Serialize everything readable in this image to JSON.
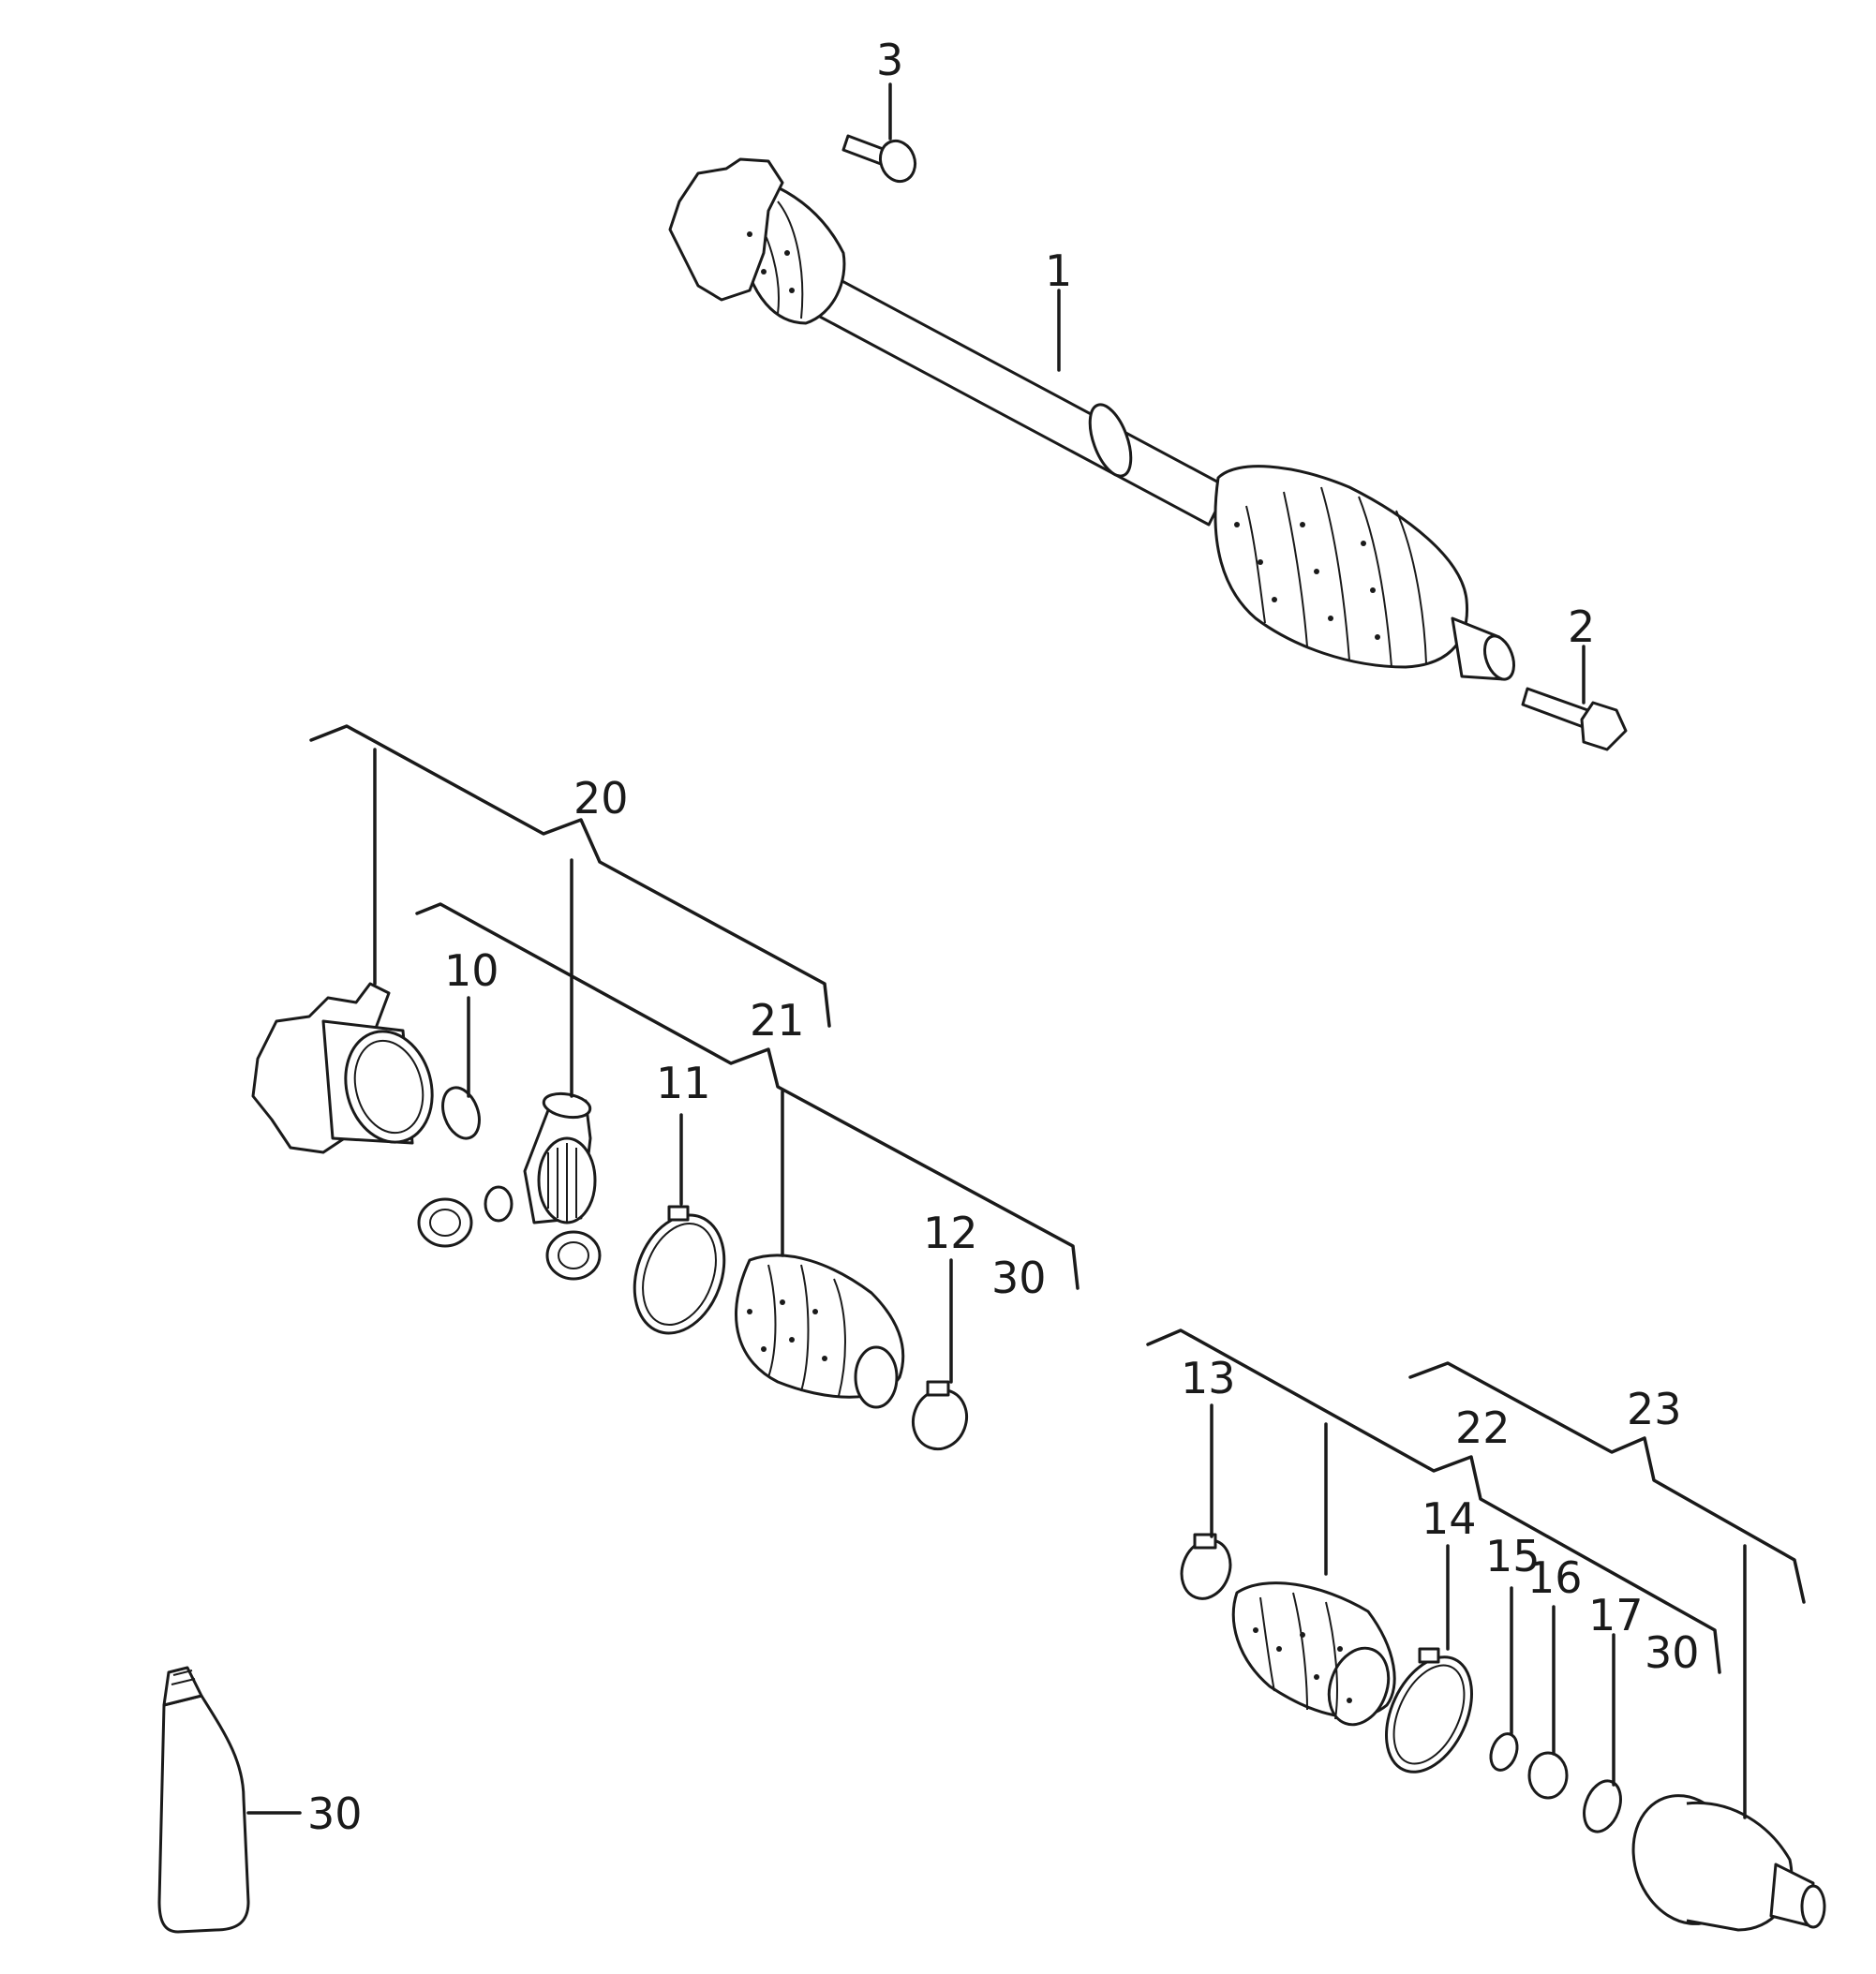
{
  "callouts": {
    "c1": "1",
    "c2": "2",
    "c3": "3",
    "c10": "10",
    "c11": "11",
    "c12": "12",
    "c13": "13",
    "c14": "14",
    "c15": "15",
    "c16": "16",
    "c17": "17",
    "c20": "20",
    "c21": "21",
    "c22": "22",
    "c23": "23",
    "c30a": "30",
    "c30b": "30",
    "c30c": "30"
  }
}
